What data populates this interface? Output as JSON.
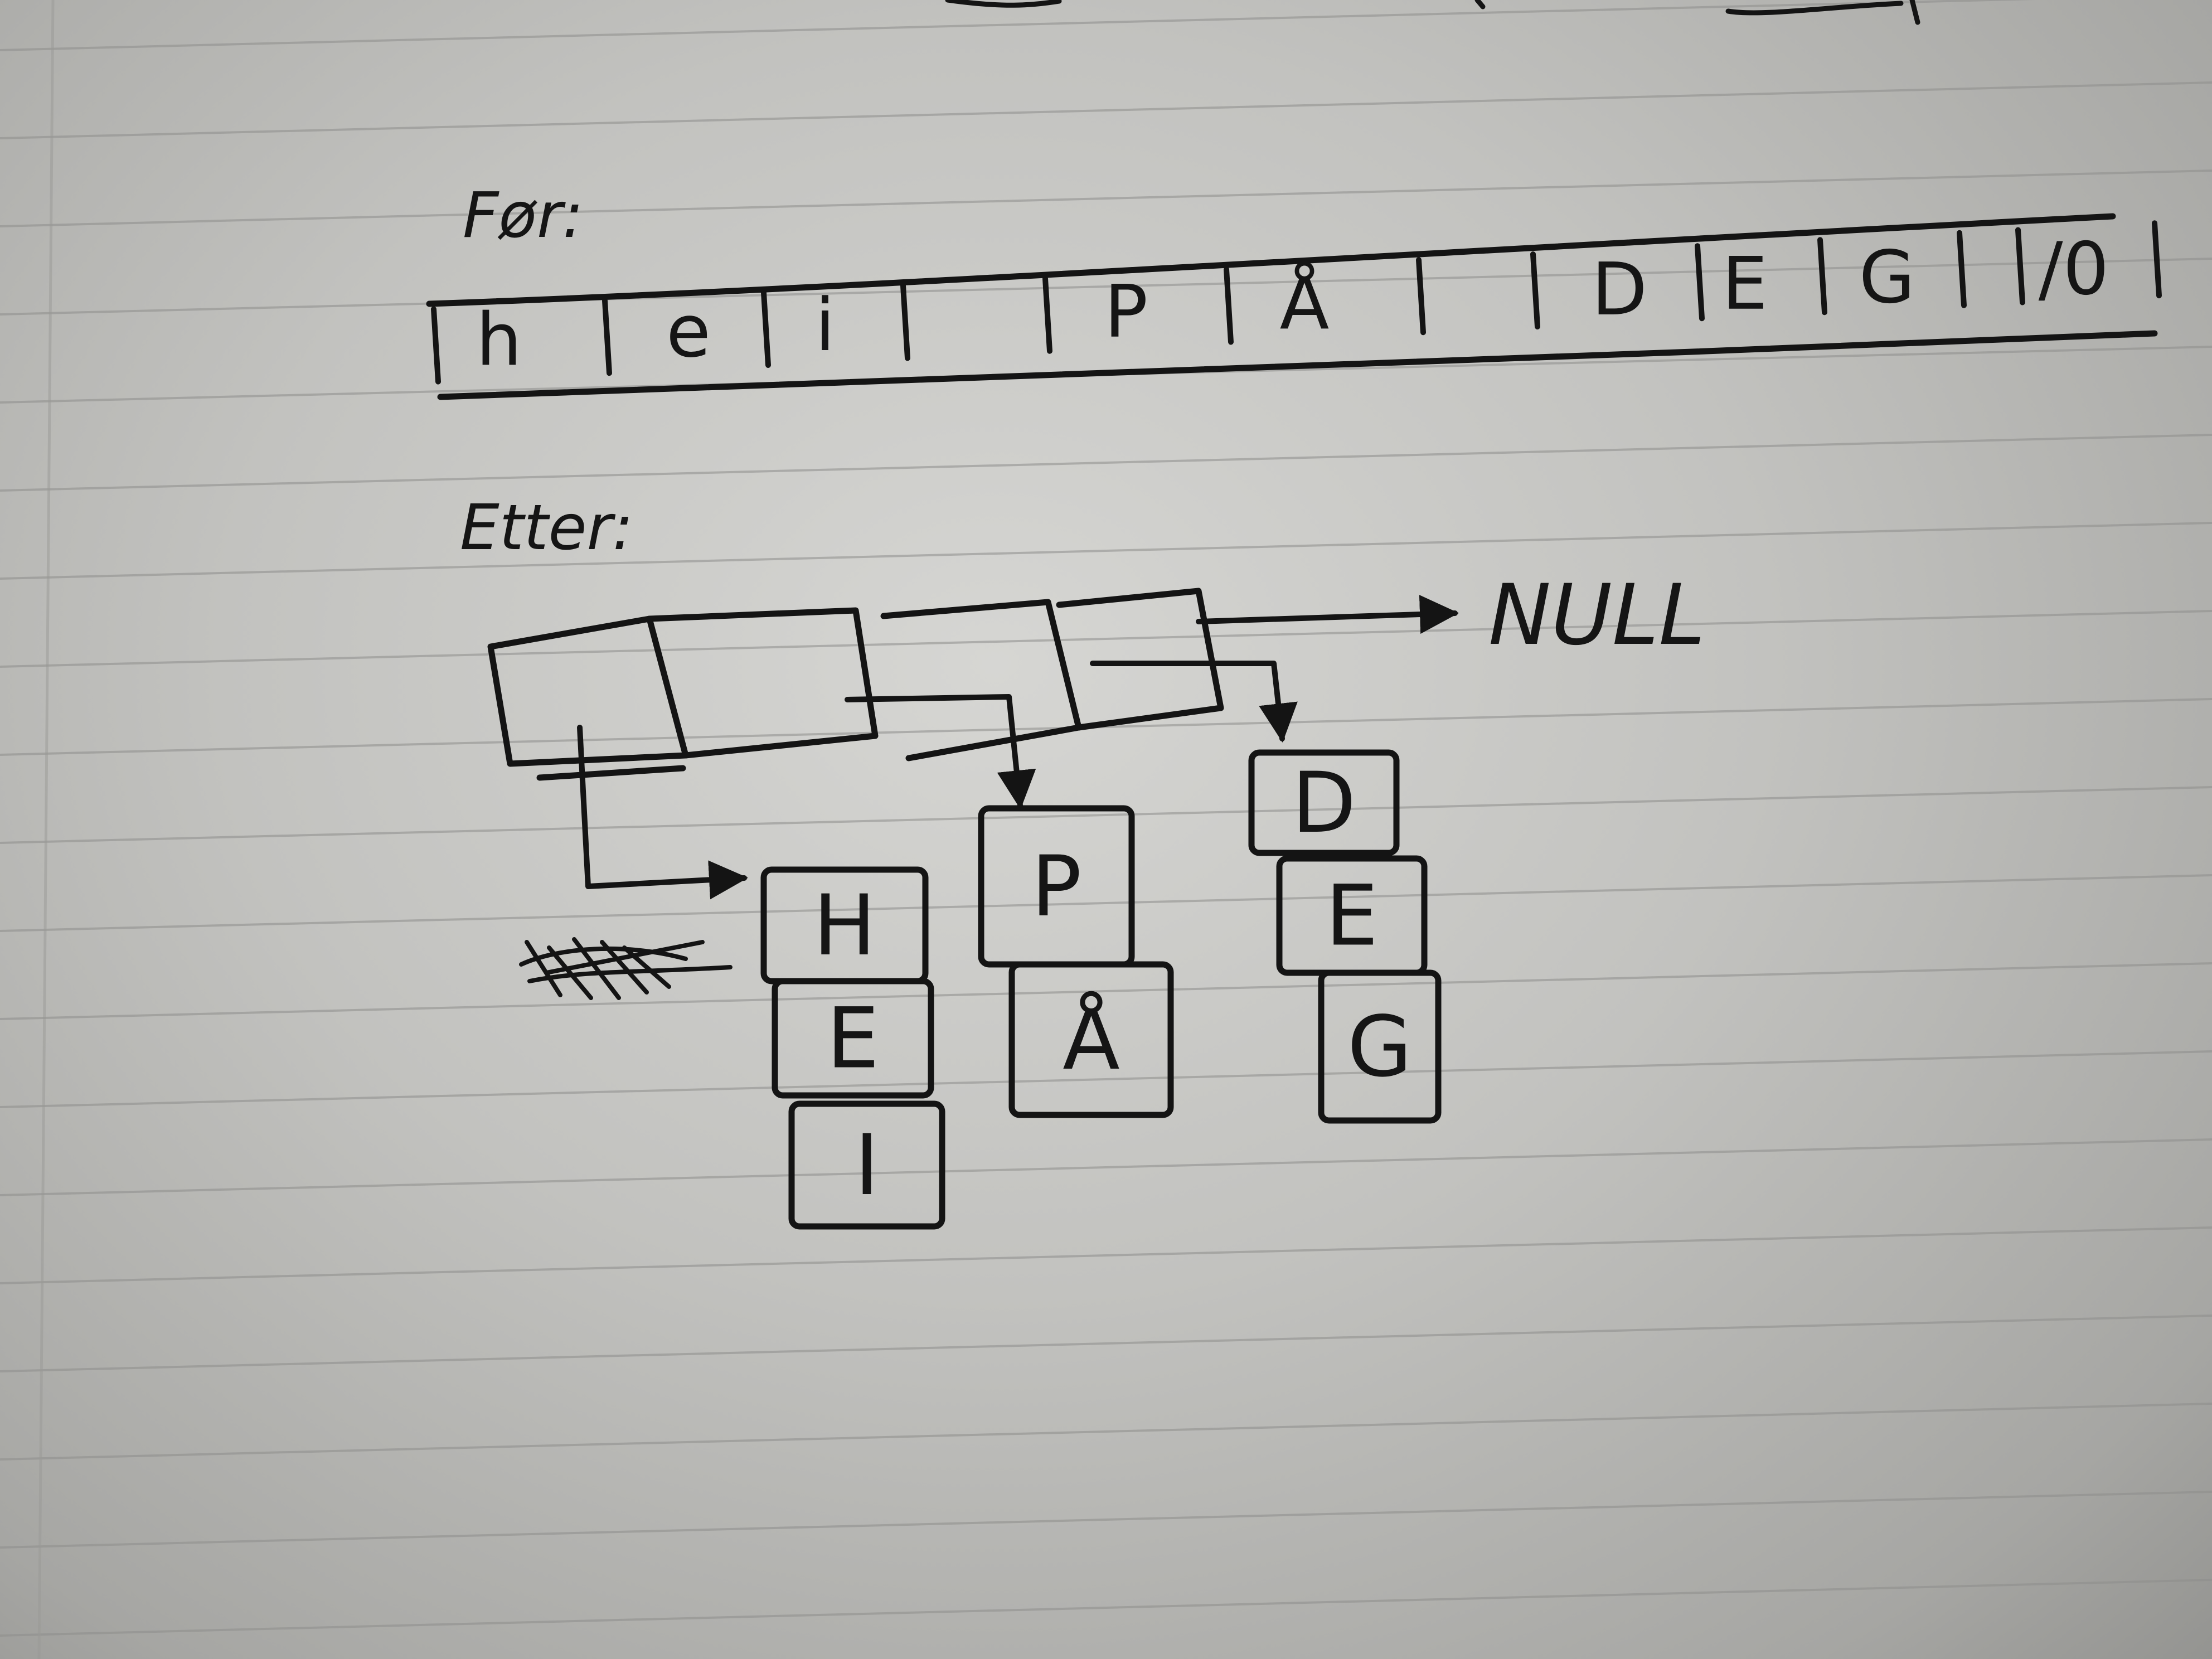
{
  "before": {
    "label": "Før:",
    "cells": [
      "h",
      "e",
      "i",
      "",
      "P",
      "Å",
      "",
      "D",
      "E",
      "G",
      "/0"
    ]
  },
  "after": {
    "label": "Etter:",
    "null_label": "NULL",
    "word1": [
      "H",
      "E",
      "I"
    ],
    "word2": [
      "P",
      "Å"
    ],
    "word3": [
      "D",
      "E",
      "G"
    ]
  }
}
